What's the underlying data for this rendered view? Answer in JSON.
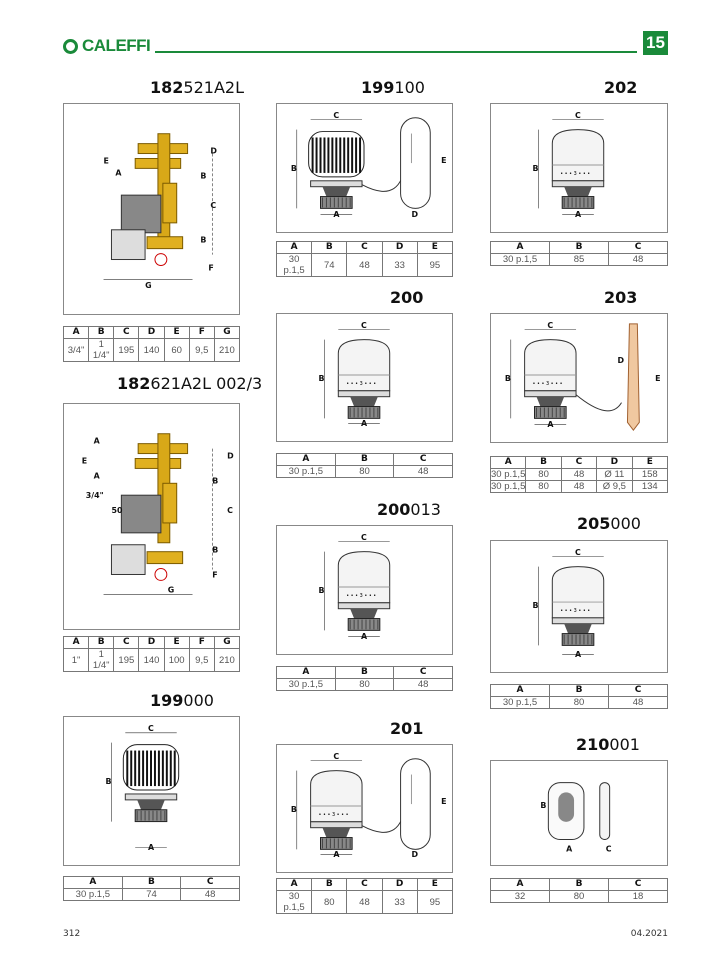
{
  "header": {
    "brand": "CALEFFI",
    "page_section": "15"
  },
  "footer": {
    "page_number": "312",
    "date": "04.2021"
  },
  "colors": {
    "brand_green": "#1a8a3a",
    "brass": "#e0b020",
    "grey": "#777777"
  },
  "products": [
    {
      "code_bold": "182",
      "code_rest": "521A2L",
      "kind": "manifold",
      "labels": [
        "A",
        "E",
        "D",
        "B",
        "C",
        "B",
        "F",
        "G"
      ],
      "headers": [
        "A",
        "B",
        "C",
        "D",
        "E",
        "F",
        "G"
      ],
      "rows": [
        [
          "3/4\"",
          "1 1/4\"",
          "195",
          "140",
          "60",
          "9,5",
          "210"
        ]
      ]
    },
    {
      "code_bold": "182",
      "code_rest": "621A2L 002/3",
      "kind": "manifold2",
      "labels": [
        "A",
        "E",
        "A",
        "3/4\"",
        "50",
        "D",
        "B",
        "C",
        "B",
        "F",
        "G"
      ],
      "headers": [
        "A",
        "B",
        "C",
        "D",
        "E",
        "F",
        "G"
      ],
      "rows": [
        [
          "1\"",
          "1 1/4\"",
          "195",
          "140",
          "100",
          "9,5",
          "210"
        ]
      ]
    },
    {
      "code_bold": "199",
      "code_rest": "000",
      "kind": "head_ribbed",
      "labels": [
        "C",
        "B",
        "A"
      ],
      "headers": [
        "A",
        "B",
        "C"
      ],
      "rows": [
        [
          "30 p.1,5",
          "74",
          "48"
        ]
      ]
    },
    {
      "code_bold": "199",
      "code_rest": "100",
      "kind": "head_ribbed_remote",
      "labels": [
        "C",
        "B",
        "E",
        "A",
        "D"
      ],
      "headers": [
        "A",
        "B",
        "C",
        "D",
        "E"
      ],
      "rows": [
        [
          "30 p.1,5",
          "74",
          "48",
          "33",
          "95"
        ]
      ]
    },
    {
      "code_bold": "200",
      "code_rest": "",
      "kind": "head_white",
      "labels": [
        "C",
        "B",
        "A"
      ],
      "headers": [
        "A",
        "B",
        "C"
      ],
      "rows": [
        [
          "30 p.1,5",
          "80",
          "48"
        ]
      ]
    },
    {
      "code_bold": "200",
      "code_rest": "013",
      "kind": "head_white",
      "labels": [
        "C",
        "B",
        "A"
      ],
      "headers": [
        "A",
        "B",
        "C"
      ],
      "rows": [
        [
          "30 p.1,5",
          "80",
          "48"
        ]
      ]
    },
    {
      "code_bold": "201",
      "code_rest": "",
      "kind": "head_white_remote",
      "labels": [
        "C",
        "B",
        "E",
        "A",
        "D"
      ],
      "headers": [
        "A",
        "B",
        "C",
        "D",
        "E"
      ],
      "rows": [
        [
          "30 p.1,5",
          "80",
          "48",
          "33",
          "95"
        ]
      ]
    },
    {
      "code_bold": "202",
      "code_rest": "",
      "kind": "head_white",
      "labels": [
        "C",
        "B",
        "A"
      ],
      "headers": [
        "A",
        "B",
        "C"
      ],
      "rows": [
        [
          "30 p.1,5",
          "85",
          "48"
        ]
      ]
    },
    {
      "code_bold": "203",
      "code_rest": "",
      "kind": "head_white_probe",
      "labels": [
        "C",
        "B",
        "D",
        "E",
        "A"
      ],
      "headers": [
        "A",
        "B",
        "C",
        "D",
        "E"
      ],
      "rows": [
        [
          "30 p.1,5",
          "80",
          "48",
          "Ø 11",
          "158"
        ],
        [
          "30 p.1,5",
          "80",
          "48",
          "Ø 9,5",
          "134"
        ]
      ]
    },
    {
      "code_bold": "205",
      "code_rest": "000",
      "kind": "head_white",
      "labels": [
        "C",
        "B",
        "A"
      ],
      "headers": [
        "A",
        "B",
        "C"
      ],
      "rows": [
        [
          "30 p.1,5",
          "80",
          "48"
        ]
      ]
    },
    {
      "code_bold": "210",
      "code_rest": "001",
      "kind": "remote_sensor",
      "labels": [
        "B",
        "A",
        "C"
      ],
      "headers": [
        "A",
        "B",
        "C"
      ],
      "rows": [
        [
          "32",
          "80",
          "18"
        ]
      ]
    }
  ]
}
